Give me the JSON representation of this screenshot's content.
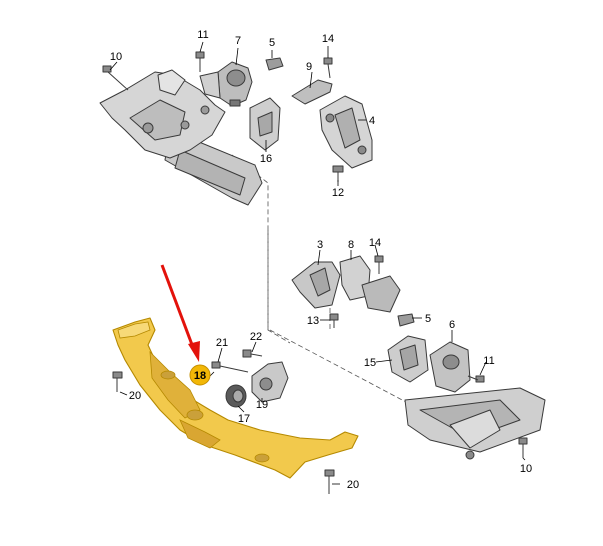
{
  "diagram": {
    "colors": {
      "part_fill": "#d4d4d4",
      "part_shade": "#a9a9a9",
      "part_dark": "#6f6f6f",
      "highlight_fill": "#f2c94c",
      "highlight_stroke": "#b58900",
      "arrow": "#e3120b",
      "badge_fill": "#f2b707"
    },
    "callouts": [
      {
        "id": "c10-top",
        "text": "10"
      },
      {
        "id": "c11-top",
        "text": "11"
      },
      {
        "id": "c7",
        "text": "7"
      },
      {
        "id": "c5-top",
        "text": "5"
      },
      {
        "id": "c14-top",
        "text": "14"
      },
      {
        "id": "c9",
        "text": "9"
      },
      {
        "id": "c4",
        "text": "4"
      },
      {
        "id": "c16",
        "text": "16"
      },
      {
        "id": "c12",
        "text": "12"
      },
      {
        "id": "c3",
        "text": "3"
      },
      {
        "id": "c8",
        "text": "8"
      },
      {
        "id": "c14-mid",
        "text": "14"
      },
      {
        "id": "c13",
        "text": "13"
      },
      {
        "id": "c5-mid",
        "text": "5"
      },
      {
        "id": "c6",
        "text": "6"
      },
      {
        "id": "c15",
        "text": "15"
      },
      {
        "id": "c11-mid",
        "text": "11"
      },
      {
        "id": "c10-bot",
        "text": "10"
      },
      {
        "id": "c21",
        "text": "21"
      },
      {
        "id": "c22",
        "text": "22"
      },
      {
        "id": "c18",
        "text": "18"
      },
      {
        "id": "c20-left",
        "text": "20"
      },
      {
        "id": "c17",
        "text": "17"
      },
      {
        "id": "c19",
        "text": "19"
      },
      {
        "id": "c20-bot",
        "text": "20"
      }
    ]
  }
}
